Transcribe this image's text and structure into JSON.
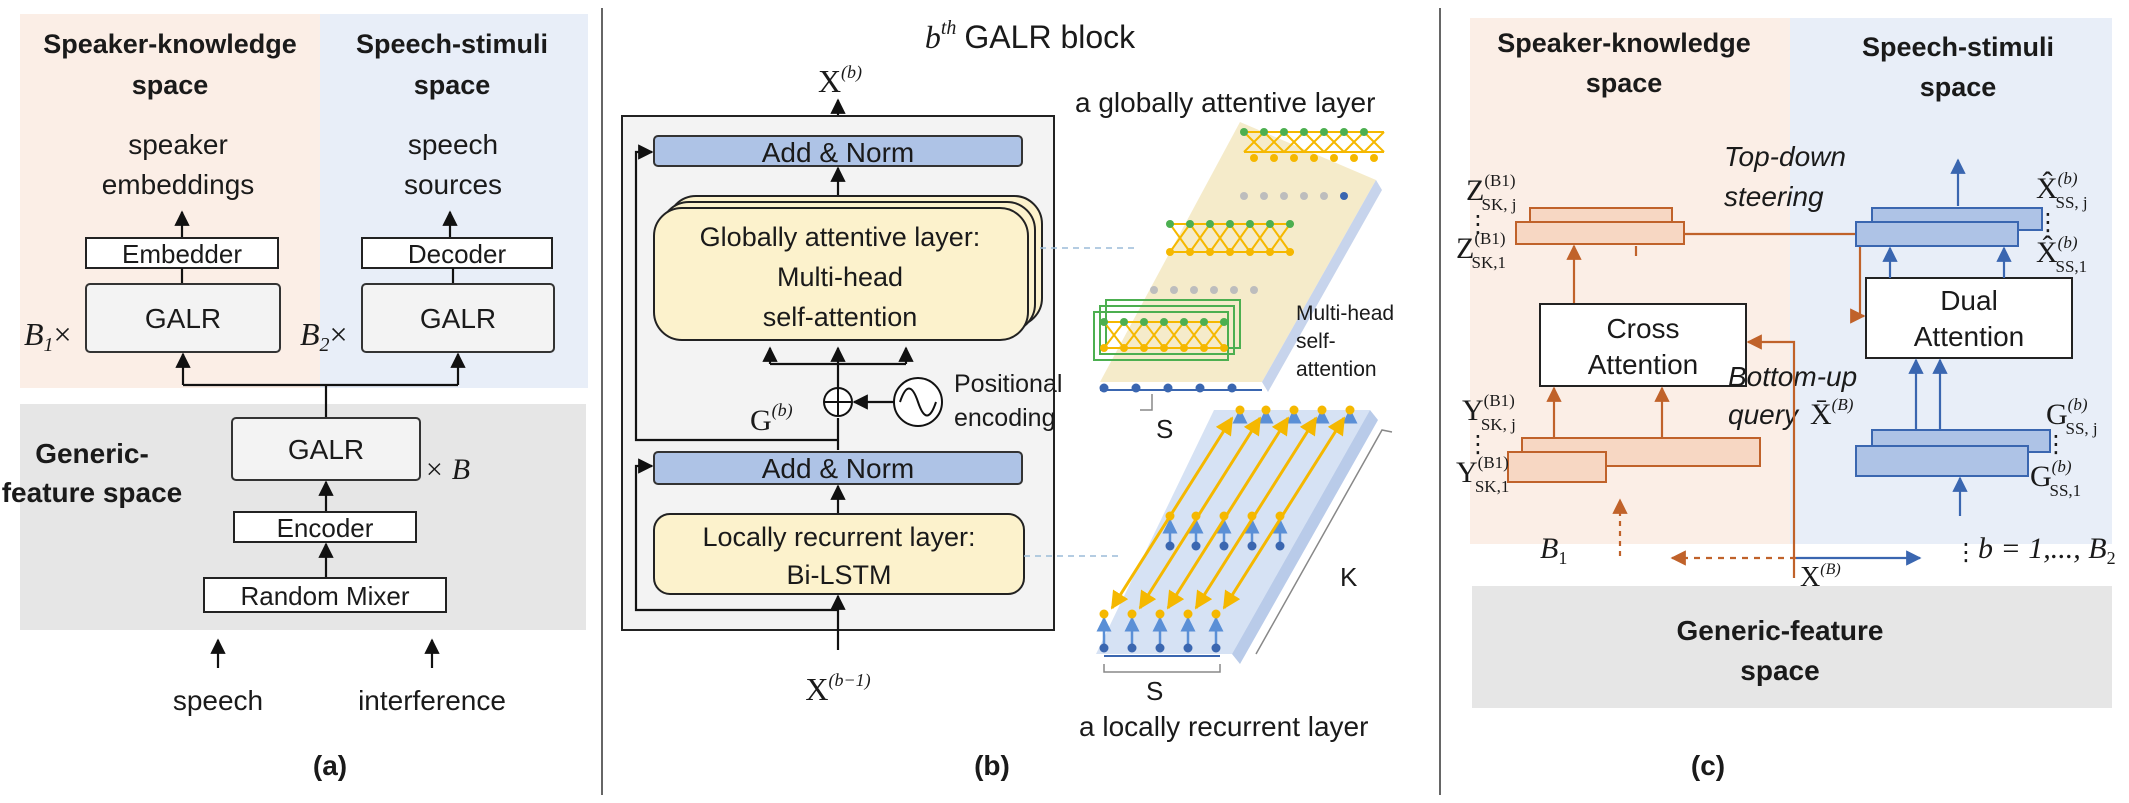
{
  "panel_a": {
    "spk_space": [
      "Speaker-knowledge",
      "space"
    ],
    "ss_space": [
      "Speech-stimuli",
      "space"
    ],
    "spk_out": [
      "speaker",
      "embeddings"
    ],
    "ss_out": [
      "speech",
      "sources"
    ],
    "embedder": "Embedder",
    "decoder": "Decoder",
    "galr": "GALR",
    "b1": "B",
    "b1_sub": "1",
    "b2": "B",
    "b2_sub": "2",
    "times": "×",
    "generic_space": [
      "Generic-",
      "feature space"
    ],
    "times_b": "× B",
    "encoder": "Encoder",
    "mixer": "Random Mixer",
    "input1": "speech",
    "input2": "interference",
    "caption": "(a)"
  },
  "panel_b": {
    "title_b": "b",
    "title_th": "th",
    "title_rest": "GALR block",
    "out_x": "X",
    "out_sup": "(b)",
    "add_norm": "Add & Norm",
    "ga_layer": [
      "Globally attentive layer:",
      "Multi-head",
      "self-attention"
    ],
    "g_label": "G",
    "g_sup": "(b)",
    "pos_enc": [
      "Positional",
      "encoding"
    ],
    "lr_layer": [
      "Locally recurrent layer:",
      "Bi-LSTM"
    ],
    "in_x": "X",
    "in_sup": "(b−1)",
    "ga_title": "a globally attentive layer",
    "mhsa": [
      "Multi-head",
      "self-",
      "attention"
    ],
    "s_label": "S",
    "k_label": "K",
    "lr_title": "a locally recurrent layer",
    "caption": "(b)"
  },
  "panel_c": {
    "spk_space": [
      "Speaker-knowledge",
      "space"
    ],
    "ss_space": [
      "Speech-stimuli",
      "space"
    ],
    "topdown": [
      "Top-down",
      "steering"
    ],
    "z_top": "Z",
    "z_top_sub": "SK, j",
    "z_bot": "Z",
    "z_bot_sub": "SK,1",
    "z_sup": "(B1)",
    "cross_att": [
      "Cross",
      "Attention"
    ],
    "bottomup": [
      "Bottom-up",
      "query"
    ],
    "xbar": "X̄",
    "xbar_sup": "(B)",
    "dual_att": [
      "Dual",
      "Attention"
    ],
    "xhat_top": "X̂",
    "xhat_top_sub": "SS, j",
    "xhat_bot": "X̂",
    "xhat_bot_sub": "SS,1",
    "xhat_sup": "(b)",
    "y_top": "Y",
    "y_top_sub": "SK, j",
    "y_bot": "Y",
    "y_bot_sub": "SK,1",
    "y_sup": "(B1)",
    "g_top": "G",
    "g_top_sub": "SS, j",
    "g_bot": "G",
    "g_bot_sub": "SS,1",
    "g_sup": "(b)",
    "b1": "B",
    "b1_sub": "1",
    "brange": "b = 1,..., B",
    "brange_sub": "2",
    "xb": "X",
    "xb_sup": "(B)",
    "generic_space": [
      "Generic-feature",
      "space"
    ],
    "caption": "(c)"
  },
  "colors": {
    "speaker_bg": "#fbeee6",
    "stimuli_bg": "#e8eef8",
    "generic_bg": "#e6e6e6",
    "add_norm": "#aec3e6",
    "yellow_box": "#fcf2cc",
    "orange": "#c0622a",
    "blue": "#3a66b0",
    "node_yellow": "#f5b800",
    "node_green": "#4caf50",
    "node_blue": "#3a66b0"
  }
}
